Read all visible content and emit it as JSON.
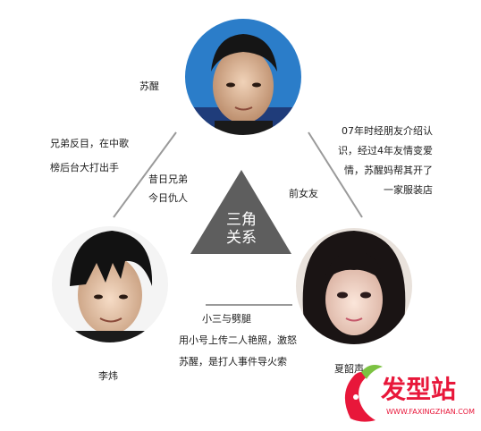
{
  "center": {
    "line1": "三角",
    "line2": "关系"
  },
  "persons": {
    "top": {
      "name": "苏醒"
    },
    "left": {
      "name": "李炜"
    },
    "right": {
      "name": "夏韶声"
    }
  },
  "relations": {
    "left_outer": {
      "line1": "兄弟反目，在中歌",
      "line2": "榜后台大打出手"
    },
    "left_inner": {
      "line1": "昔日兄弟",
      "line2": "今日仇人"
    },
    "right_outer": {
      "line1": "07年时经朋友介绍认",
      "line2": "识，经过4年友情变爱",
      "line3": "情，苏醒妈帮其开了",
      "line4": "一家服装店"
    },
    "right_inner": {
      "label": "前女友"
    },
    "bottom": {
      "line1": "小三与劈腿",
      "line2": "用小号上传二人艳照，激怒",
      "line3": "苏醒，是打人事件导火索"
    }
  },
  "watermark": {
    "title": "发型站",
    "url": "WWW.FAXINGZHAN.COM"
  },
  "colors": {
    "triangle": "#5e5e5e",
    "lines": "#9a9a9a",
    "watermark_red": "#e8173a",
    "watermark_green": "#7cc242"
  }
}
